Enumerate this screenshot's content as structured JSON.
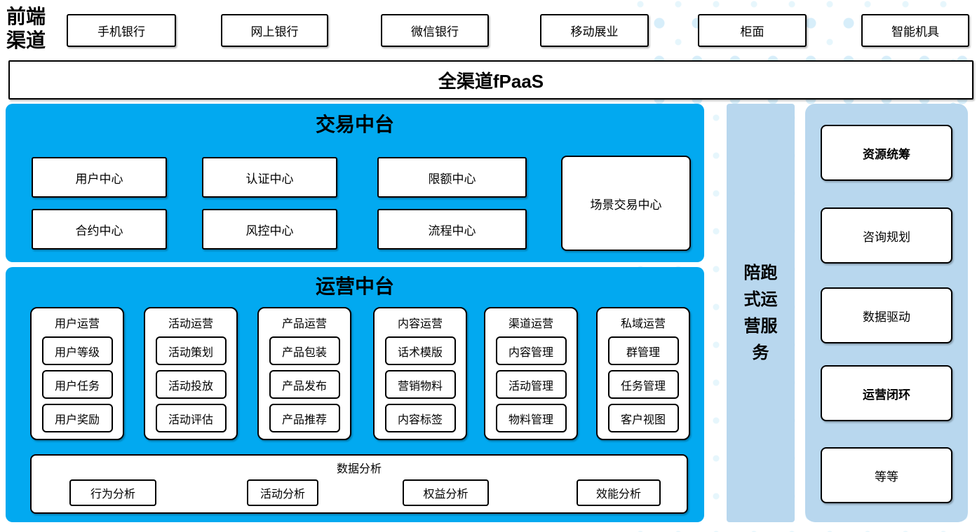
{
  "front_channels": {
    "label": "前端渠道",
    "items": [
      "手机银行",
      "网上银行",
      "微信银行",
      "移动展业",
      "柜面",
      "智能机具"
    ]
  },
  "fpaas": {
    "label": "全渠道fPaaS"
  },
  "trade_platform": {
    "title": "交易中台",
    "row1": [
      "用户中心",
      "认证中心",
      "限额中心"
    ],
    "row2": [
      "合约中心",
      "风控中心",
      "流程中心"
    ],
    "tall_box": "场景交易中心"
  },
  "operation_platform": {
    "title": "运营中台",
    "columns": [
      {
        "title": "用户运营",
        "items": [
          "用户等级",
          "用户任务",
          "用户奖励"
        ]
      },
      {
        "title": "活动运营",
        "items": [
          "活动策划",
          "活动投放",
          "活动评估"
        ]
      },
      {
        "title": "产品运营",
        "items": [
          "产品包装",
          "产品发布",
          "产品推荐"
        ]
      },
      {
        "title": "内容运营",
        "items": [
          "话术模版",
          "营销物料",
          "内容标签"
        ]
      },
      {
        "title": "渠道运营",
        "items": [
          "内容管理",
          "活动管理",
          "物料管理"
        ]
      },
      {
        "title": "私域运营",
        "items": [
          "群管理",
          "任务管理",
          "客户视图"
        ]
      }
    ],
    "data_analysis": {
      "title": "数据分析",
      "items": [
        "行为分析",
        "活动分析",
        "权益分析",
        "效能分析"
      ]
    }
  },
  "side_bar": {
    "label": "陪跑式运营服务"
  },
  "right_panel": {
    "items": [
      {
        "label": "资源统筹",
        "bold": true
      },
      {
        "label": "咨询规划",
        "bold": false
      },
      {
        "label": "数据驱动",
        "bold": false
      },
      {
        "label": "运营闭环",
        "bold": true
      },
      {
        "label": "等等",
        "bold": false
      }
    ]
  },
  "colors": {
    "accent_blue": "#02a9f0",
    "panel_blue": "#b8d7ee",
    "dot_blue": "#d7eefa",
    "box_border": "#000000",
    "box_fill": "#ffffff"
  }
}
